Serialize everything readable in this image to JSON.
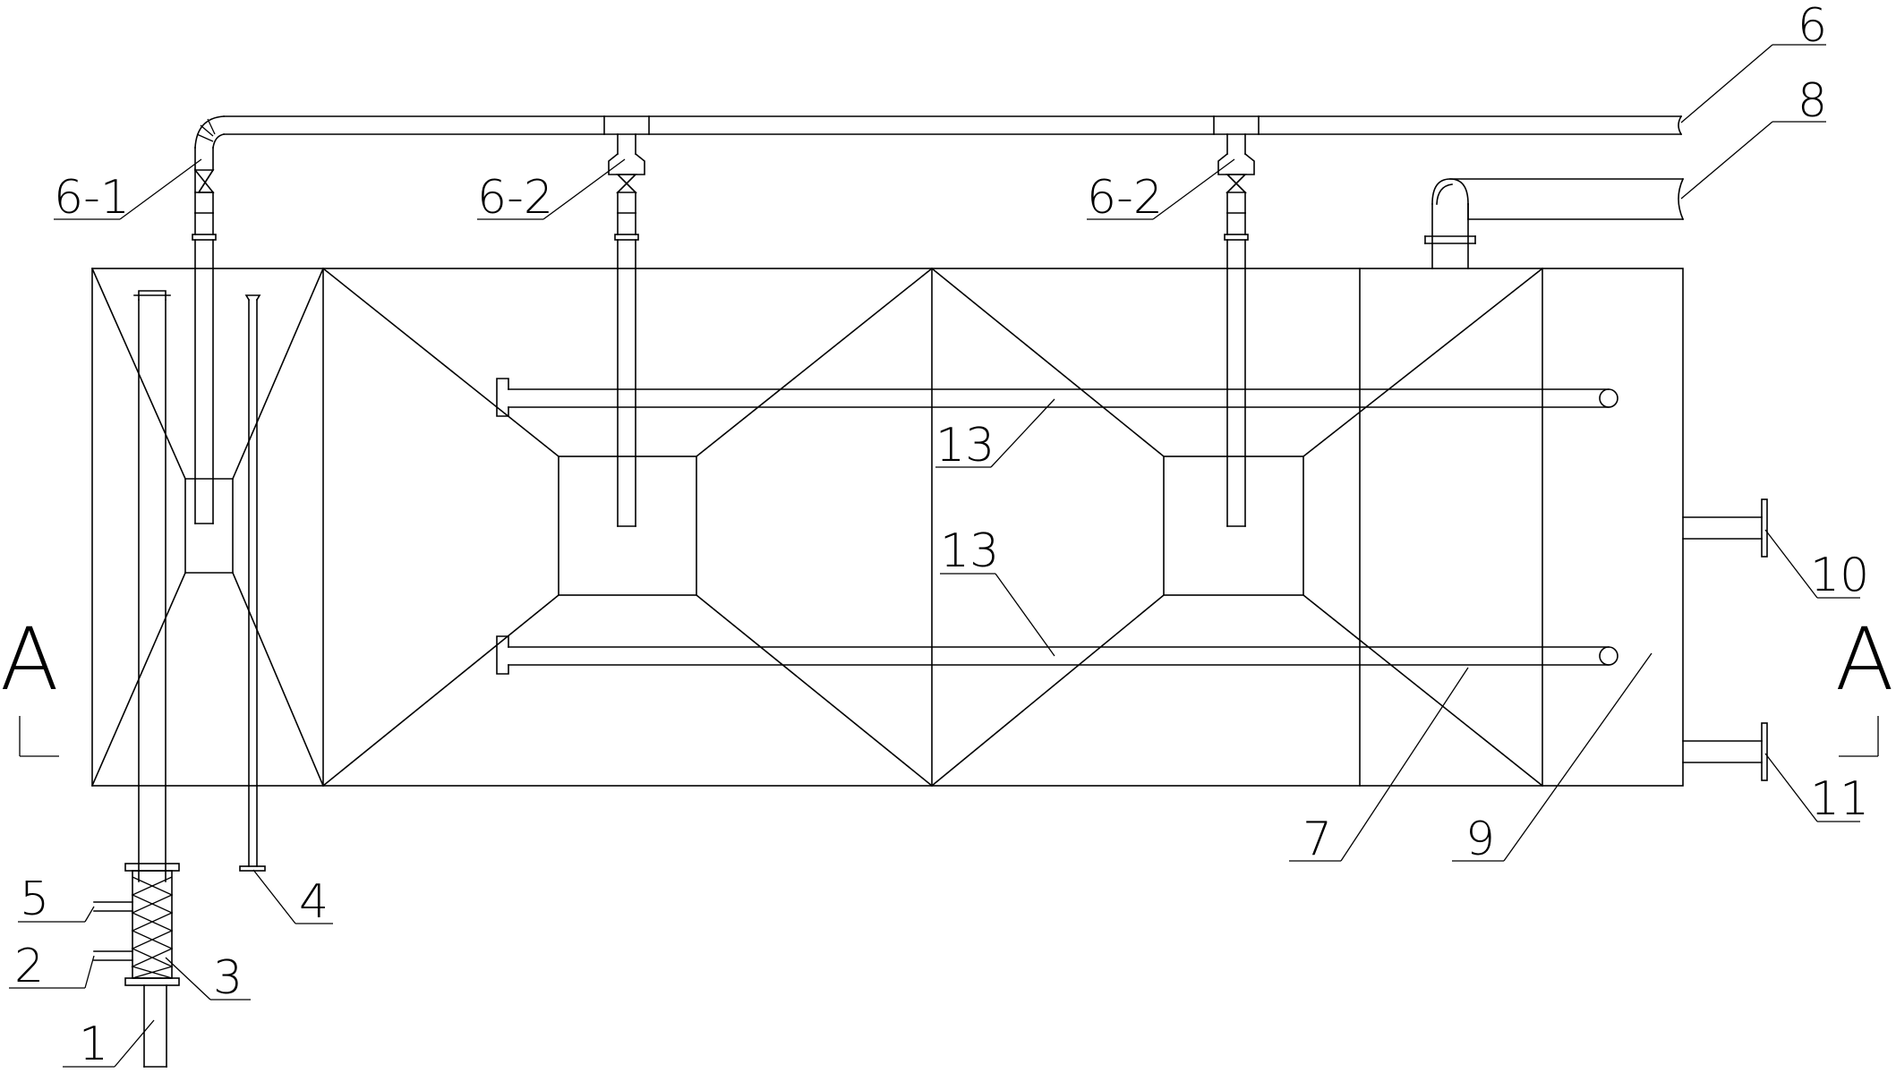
{
  "labels": {
    "pipe_inlet": "1",
    "port_2": "2",
    "mixer": "3",
    "port_4": "4",
    "port_5": "5",
    "main_pipe": "6",
    "branch_1": "6-1",
    "branch_2a": "6-2",
    "branch_2b": "6-2",
    "chamber": "7",
    "outlet_pipe": "8",
    "tank_body": "9",
    "port_10": "10",
    "port_11": "11",
    "tube_upper": "13",
    "tube_lower": "13"
  },
  "section_marks": {
    "left": "A",
    "right": "A"
  }
}
